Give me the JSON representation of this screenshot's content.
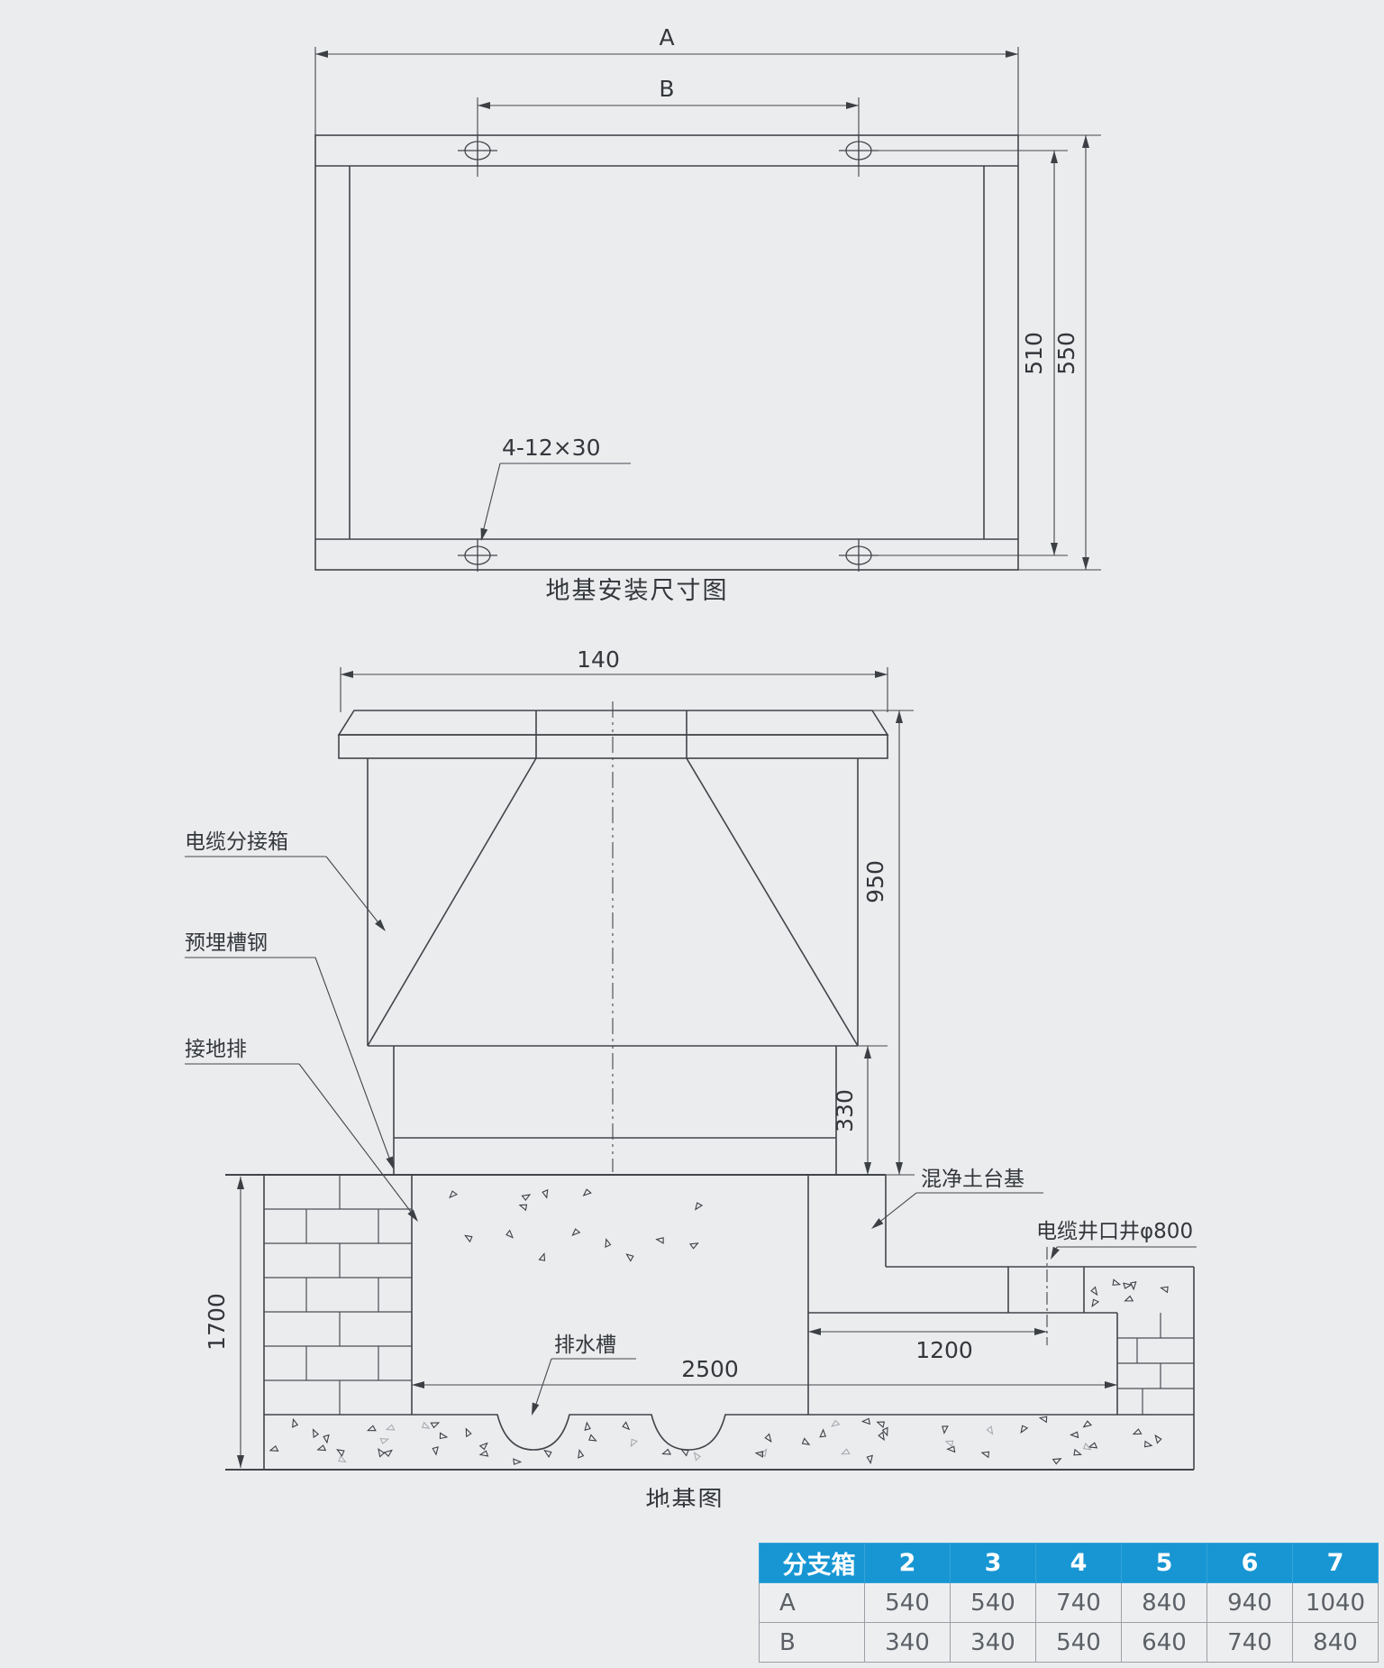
{
  "page": {
    "background": "#ebecee"
  },
  "top_diagram": {
    "title": "地基安装尺寸图",
    "dim_a": "A",
    "dim_b": "B",
    "dim_510": "510",
    "dim_550": "550",
    "bolt_note": "4-12×30"
  },
  "section_diagram": {
    "caption": "地基图",
    "dim_140": "140",
    "dim_950": "950",
    "dim_330": "330",
    "dim_1700": "1700",
    "dim_1200": "1200",
    "dim_2500": "2500",
    "label_cabinet": "电缆分接箱",
    "label_channel_steel": "预埋槽钢",
    "label_ground_bar": "接地排",
    "label_concrete_base": "混净土台基",
    "label_cable_well": "电缆井口井φ800",
    "label_drain": "排水槽"
  },
  "table": {
    "header": [
      "分支箱",
      "2",
      "3",
      "4",
      "5",
      "6",
      "7"
    ],
    "rows": [
      {
        "label": "A",
        "values": [
          "540",
          "540",
          "740",
          "840",
          "940",
          "1040"
        ]
      },
      {
        "label": "B",
        "values": [
          "340",
          "340",
          "540",
          "640",
          "740",
          "840"
        ]
      }
    ],
    "header_bg": "#1896d3",
    "header_text_color": "#ffffff"
  }
}
